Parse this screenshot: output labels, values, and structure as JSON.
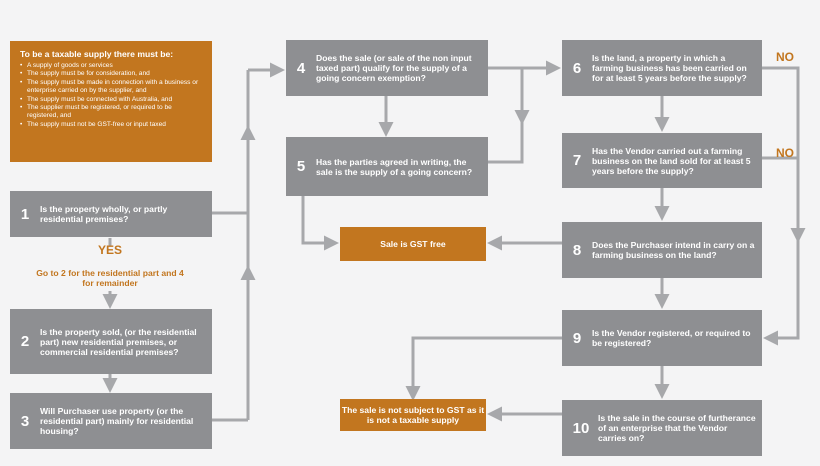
{
  "intro": {
    "title": "To be a taxable supply there must be:",
    "bullets": [
      "A supply of goods or services",
      "The supply must be for consideration, and",
      "The supply must be made in connection with a business or enterprise carried on by the supplier, and",
      "The supply must be connected with Australia, and",
      "The supplier must be registered, or required to be registered, and",
      "The supply must not be GST-free or input taxed"
    ]
  },
  "steps": [
    {
      "num": "1",
      "text": "Is the property wholly, or partly residential premises?"
    },
    {
      "num": "2",
      "text": "Is the property sold, (or the residential part) new residential premises, or commercial residential premises?"
    },
    {
      "num": "3",
      "text": "Will Purchaser use property (or the residential part) mainly for residential housing?"
    },
    {
      "num": "4",
      "text": "Does the sale (or sale of the non input taxed part) qualify for the supply of a going concern exemption?"
    },
    {
      "num": "5",
      "text": "Has the parties agreed in writing, the sale is the supply of a going concern?"
    },
    {
      "num": "6",
      "text": "Is the land, a property in which a farming business has been carried on for at least 5 years before the supply?"
    },
    {
      "num": "7",
      "text": "Has the Vendor carried out a farming business on the land sold for at least 5 years before the supply?"
    },
    {
      "num": "8",
      "text": "Does the Purchaser intend in carry on a farming business on the land?"
    },
    {
      "num": "9",
      "text": "Is the Vendor registered, or required to be registered?"
    },
    {
      "num": "10",
      "text": "Is the sale in the course of furtherance of an enterprise that the Vendor carries on?"
    }
  ],
  "outcomes": {
    "gst_free": "Sale is GST free",
    "not_taxable": "The sale is not subject to GST as it is not a taxable supply"
  },
  "labels": {
    "yes": "YES",
    "yes_note": "Go to 2 for the residential part and 4 for remainder",
    "no": "NO"
  },
  "colors": {
    "grey_box": "#8e8f92",
    "orange_box": "#c2761f",
    "arrow": "#a7a8ab",
    "background": "#f4f4f5"
  }
}
